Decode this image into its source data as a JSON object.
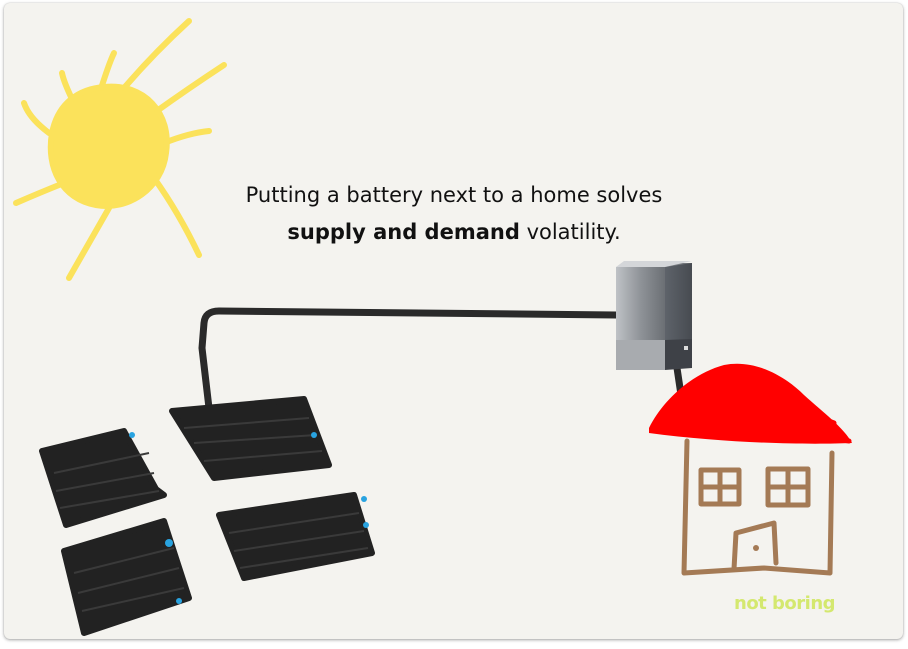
{
  "headline": {
    "line1": "Putting a battery next to a home solves",
    "bold": "supply and demand",
    "rest": "volatility."
  },
  "brand": "not boring",
  "colors": {
    "background": "#f4f3ef",
    "sun": "#fbe25b",
    "roof": "#ff0000",
    "house": "#a47a55",
    "panels": "#222222",
    "panel_accent": "#29a3e0",
    "cable": "#2a2a2a",
    "brand": "#d4e86f"
  },
  "icons": [
    "sun-icon",
    "battery-icon",
    "house-icon",
    "solar-panel-icon"
  ]
}
